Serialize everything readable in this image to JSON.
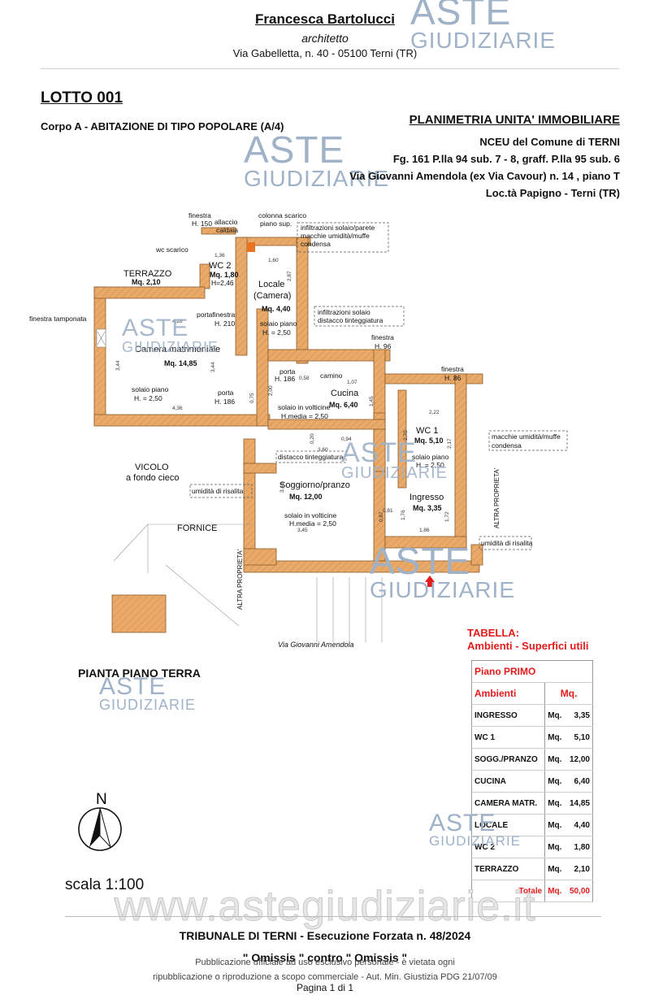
{
  "header": {
    "name": "Francesca Bartolucci",
    "role": "architetto",
    "address": "Via Gabelletta, n. 40 - 05100 Terni (TR)"
  },
  "watermark": {
    "line1": "ASTE",
    "line2": "GIUDIZIARIE"
  },
  "lotto": "LOTTO 001",
  "corpo": "Corpo A - ABITAZIONE DI TIPO POPOLARE (A/4)",
  "plan": {
    "title": "PLANIMETRIA UNITA' IMMOBILIARE",
    "line1": "NCEU del Comune di TERNI",
    "line2": "Fg. 161 P.lla 94 sub. 7 - 8, graff. P.lla 95 sub. 6",
    "line3": "Via Giovanni Amendola (ex Via Cavour) n. 14 , piano T",
    "line4": "Loc.tà Papigno - Terni (TR)"
  },
  "floorplan": {
    "finestra_150": "finestra",
    "h150": "H. 150",
    "allaccio": "allaccio",
    "caldaia": "caldaia",
    "colonna": "colonna scarico",
    "piano_sup": "piano sup.",
    "note1_a": "infiltrazioni solaio/parete",
    "note1_b": "macchie umidità/muffe",
    "note1_c": "condensa",
    "wc_scarico": "wc scarico",
    "terrazzo": "TERRAZZO",
    "terrazzo_mq": "Mq. 2,10",
    "wc2": "WC 2",
    "wc2_mq": "Mq. 1,80",
    "wc2_h": "H=2,46",
    "locale": "Locale",
    "camera_p": "(Camera)",
    "locale_mq": "Mq. 4,40",
    "solaio_piano": "solaio piano",
    "h250": "H. = 2,50",
    "note2_a": "infiltrazioni solaio",
    "note2_b": "distacco tinteggiatura",
    "finestra_tamponata": "finestra tamponata",
    "portafinestra": "portafinestra",
    "h210": "H. 210",
    "camera_matr": "Camera matrimoniale",
    "camera_mq": "Mq. 14,85",
    "porta": "porta",
    "h186": "H. 186",
    "finestra": "finestra",
    "h96": "H. 96",
    "h86": "H. 86",
    "camino": "camino",
    "cucina": "Cucina",
    "cucina_mq": "Mq. 6,40",
    "solaio_volticine": "solaio in volticine",
    "hmedia": "H.media = 2,50",
    "wc1": "WC 1",
    "wc1_mq": "Mq. 5,10",
    "note3_a": "macchie umidità/muffe",
    "note3_b": "condensa",
    "distacco": "distacco tinteggiatura",
    "vicolo": "VICOLO",
    "fondo_cieco": "a fondo cieco",
    "umidita": "umidità di risalita",
    "soggiorno": "Soggiorno/pranzo",
    "soggiorno_mq": "Mq. 12,00",
    "ingresso": "Ingresso",
    "ingresso_mq": "Mq. 3,35",
    "altra_proprieta": "ALTRA PROPRIETA'",
    "fornice": "FORNICE",
    "via": "Via Giovanni Amendola",
    "dims": {
      "d136": "1,36",
      "d160": "1,60",
      "d287": "2,87",
      "d428": "4,28",
      "d344": "3,44",
      "d436": "4,36",
      "d075": "0,75",
      "d058": "0,58",
      "d107": "1,07",
      "d145": "1,45",
      "d222": "2,22",
      "d270": "2,70",
      "d217": "2,17",
      "d020": "0,20",
      "d094": "0,94",
      "d360": "3,60",
      "d340": "3,40",
      "d345": "3,45",
      "d087": "0,87",
      "d081": "0,81",
      "d176": "1,76",
      "d186": "1,86",
      "d172": "1,72",
      "d200": "2,00"
    }
  },
  "tabella": {
    "title": "TABELLA:",
    "subtitle": "Ambienti - Superfici utili",
    "piano": "Piano PRIMO",
    "col1": "Ambienti",
    "col2": "Mq.",
    "rows": [
      {
        "name": "INGRESSO",
        "unit": "Mq.",
        "value": "3,35"
      },
      {
        "name": "WC 1",
        "unit": "Mq.",
        "value": "5,10"
      },
      {
        "name": "SOGG./PRANZO",
        "unit": "Mq.",
        "value": "12,00"
      },
      {
        "name": "CUCINA",
        "unit": "Mq.",
        "value": "6,40"
      },
      {
        "name": "CAMERA MATR.",
        "unit": "Mq.",
        "value": "14,85"
      },
      {
        "name": "LOCALE",
        "unit": "Mq.",
        "value": "4,40"
      },
      {
        "name": "WC 2",
        "unit": "Mq.",
        "value": "1,80"
      },
      {
        "name": "TERRAZZO",
        "unit": "Mq.",
        "value": "2,10"
      }
    ],
    "total_label": "Totale",
    "total_unit": "Mq.",
    "total_value": "50,00"
  },
  "pianta": "PIANTA PIANO TERRA",
  "north": "N",
  "scala": "scala 1:100",
  "site": "www.astegiudiziarie.it",
  "footer": {
    "tribunale": "TRIBUNALE DI TERNI - Esecuzione Forzata n. 48/2024",
    "omissis": "\" Omissis \" contro \" Omissis \"",
    "pub1": "Pubblicazione ufficiale ad uso esclusivo personale - è vietata ogni",
    "pub2": "ripubblicazione o riproduzione a scopo commerciale - Aut. Min. Giustizia PDG 21/07/09",
    "pagina": "Pagina 1 di 1"
  }
}
